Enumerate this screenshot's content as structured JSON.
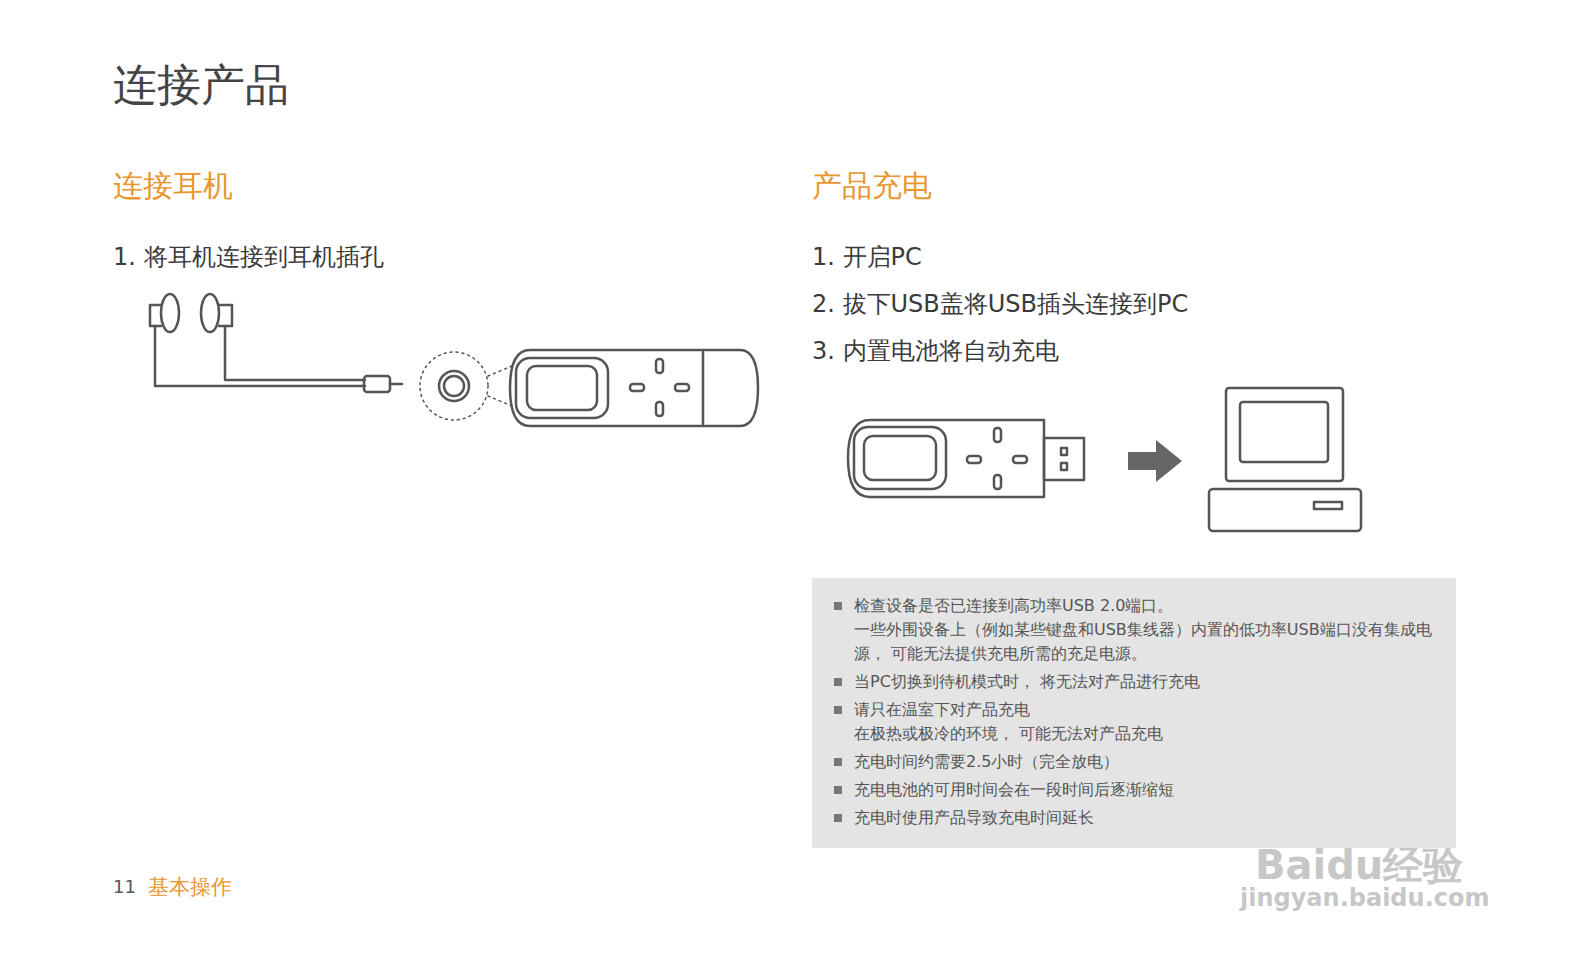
{
  "diagram": {
    "title": "连接产品",
    "nodes": [
      {
        "text": [
          "检查设备是否已连接到高功率USB 2.0端口。",
          "一些外围设备上（例如某些键盘和USB集线器）内置的低功率USB端口没有集成电源， 可能无法提供充电所需的充足电源。",
          "当PC切换到待机模式时， 将无法对产品进行充电",
          "请只在温室下对产品充电",
          "在极热或极冷的环境， 可能无法对产品充电",
          "充电时间约需要2.5小时（完全放电）",
          "充电电池的可用时间会在一段时间后逐渐缩短",
          "充电时使用产品导致充电时间延长"
        ]
      }
    ],
    "labels": [
      "连接耳机",
      "1. 将耳机连接到耳机插孔",
      "产品充电",
      "1. 开启PC",
      "2. 拔下USB盖将USB插头连接到PC",
      "3. 内置电池将自动充电",
      "11",
      "基本操作",
      "Baidu经验",
      "jingyan.baidu.com"
    ]
  }
}
